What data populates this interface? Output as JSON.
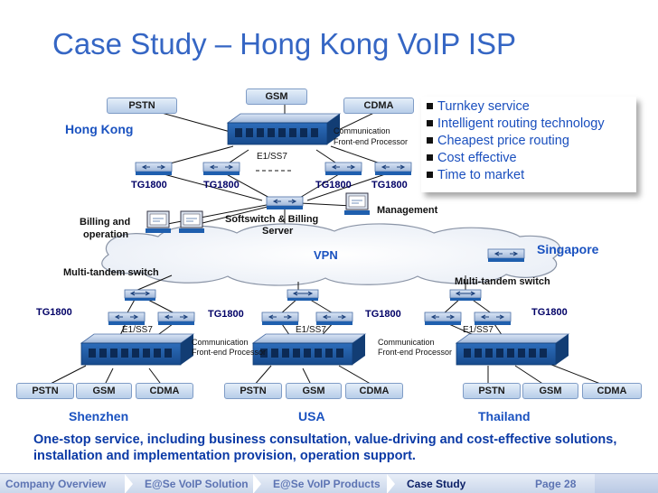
{
  "title": "Case Study – Hong Kong VoIP ISP",
  "hk": {
    "region": "Hong Kong",
    "pstn": "PSTN",
    "gsm": "GSM",
    "cdma": "CDMA",
    "comm": [
      "Communication",
      "Front-end Processor"
    ],
    "e1": "E1/SS7",
    "tg": [
      "TG1800",
      "TG1800",
      "TG1800",
      "TG1800"
    ],
    "billing": [
      "Billing and",
      "operation"
    ],
    "softswitch": [
      "Softswitch & Billing",
      "Server"
    ],
    "management": "Management"
  },
  "vpn": "VPN",
  "singapore": "Singapore",
  "multi_tandem": [
    "Multi-tandem switch",
    "Multi-tandem switch"
  ],
  "sites": [
    {
      "name": "Shenzhen",
      "tg": [
        "TG1800",
        "TG1800"
      ],
      "e1": "E1/SS7",
      "comm": [
        "Communication",
        "Front-end Processor"
      ],
      "nets": [
        "PSTN",
        "GSM",
        "CDMA"
      ]
    },
    {
      "name": "USA",
      "tg": [
        "TG1800"
      ],
      "e1": "E1/SS7",
      "comm": [
        "Communication",
        "Front-end Processor"
      ],
      "nets": [
        "PSTN",
        "GSM",
        "CDMA"
      ]
    },
    {
      "name": "Thailand",
      "tg": [
        "TG1800"
      ],
      "e1": "E1/SS7",
      "nets": [
        "PSTN",
        "GSM",
        "CDMA"
      ]
    }
  ],
  "bullets": [
    "Turnkey service",
    "Intelligent routing technology",
    "Cheapest price routing",
    "Cost effective",
    "Time to market"
  ],
  "footer": "One-stop service, including business consultation, value-driving and cost-effective solutions, installation and implementation provision, operation support.",
  "nav": {
    "items": [
      "Company Overview",
      "E@Se VoIP Solution",
      "E@Se VoIP Products",
      "Case Study"
    ],
    "page": "Page 28"
  },
  "colors": {
    "title": "#3566c4",
    "region": "#1a52c0",
    "footer": "#0b3aa6",
    "device_blue": "#1f5fae"
  }
}
